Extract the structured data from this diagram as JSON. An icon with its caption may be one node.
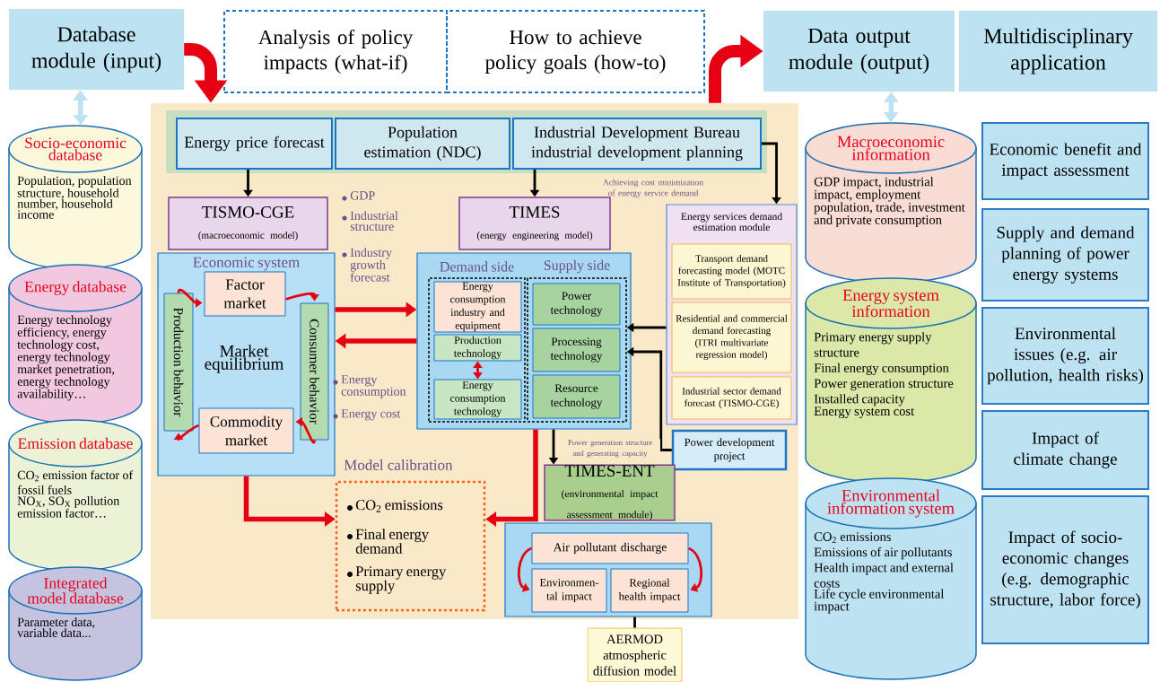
{
  "diagram": {
    "nodes": [
      {
        "text": [
          "Database module (input)"
        ]
      },
      {
        "text": [
          "Analysis of policy impacts (what-if)"
        ]
      },
      {
        "text": [
          "How to achieve policy goals (how-to)"
        ]
      },
      {
        "text": [
          "Data output module (output)"
        ]
      },
      {
        "text": [
          "Multidisciplinary application"
        ]
      },
      {
        "text": [],
        "shape": "box"
      },
      {
        "text": [],
        "shape": "box",
        "in": 5
      },
      {
        "text": [
          "Energy price forecast"
        ],
        "in": 6
      },
      {
        "text": [
          "Population estimation (NDC)"
        ],
        "in": 6
      },
      {
        "text": [
          "Industrial Development Bureau industrial development planning"
        ],
        "in": 6
      },
      {
        "text": [
          "TISMO-CGE",
          "(macroeconomic model)"
        ],
        "in": 5
      },
      {
        "text": [
          "Economic system",
          "Market equilibrium"
        ],
        "in": 5
      },
      {
        "text": [
          "Factor market"
        ],
        "in": 11
      },
      {
        "text": [
          "Production behavior"
        ],
        "in": 11
      },
      {
        "text": [
          "Consumer behavior"
        ],
        "in": 11
      },
      {
        "text": [
          "Commodity market"
        ],
        "in": 11
      },
      {
        "text": [
          "TIMES",
          "(energy engineering model)"
        ],
        "in": 5
      },
      {
        "text": [],
        "shape": "box",
        "in": 5
      },
      {
        "text": [
          "Demand side"
        ],
        "in": 17
      },
      {
        "text": [
          "Supply side"
        ],
        "in": 17
      },
      {
        "text": [
          "Energy consumption industry and equipment"
        ],
        "in": 18
      },
      {
        "text": [
          "Production technology"
        ],
        "in": 18
      },
      {
        "text": [
          "Energy consumption technology"
        ],
        "in": 18
      },
      {
        "text": [
          "Power technology"
        ],
        "in": 19
      },
      {
        "text": [
          "Processing technology"
        ],
        "in": 19
      },
      {
        "text": [
          "Resource technology"
        ],
        "in": 19
      },
      {
        "text": [
          "Energy services demand estimation module"
        ],
        "in": 5
      },
      {
        "text": [
          "Transport demand forecasting model (MOTC Institute of Transportation)"
        ],
        "in": 26
      },
      {
        "text": [
          "Residential and commercial demand forecasting (ITRI multivariate regression model)"
        ],
        "in": 26
      },
      {
        "text": [
          "Industrial sector demand forecast (TISMO-CGE)"
        ],
        "in": 26
      },
      {
        "text": [
          "Power development project"
        ],
        "in": 5
      },
      {
        "text": [
          "TIMES-ENT",
          "(environmental impact assessment module)"
        ],
        "in": 5
      },
      {
        "text": [],
        "shape": "box",
        "in": 5
      },
      {
        "text": [
          "Air pollutant discharge"
        ],
        "in": 32
      },
      {
        "text": [
          "Environmen- tal impact"
        ],
        "in": 32
      },
      {
        "text": [
          "Regional health impact"
        ],
        "in": 32
      },
      {
        "text": [
          "Model calibration",
          "CO$_{2}$ emissions",
          "Final energy demand",
          "Primary energy supply"
        ],
        "in": 5
      },
      {
        "text": [
          "AERMOD atmospheric diffusion model"
        ]
      },
      {
        "text": [
          "Socio-economic database",
          "Population, population structure, household number, household income"
        ]
      },
      {
        "text": [
          "Energy database",
          "Energy technology efficiency, energy technology cost, energy technology market penetration, energy technology availability…"
        ]
      },
      {
        "text": [
          "Emission database",
          "CO$_{2}$ emission factor of fossil fuels",
          "NO$_{X}$, SO$_{X}$ pollution emission factor…"
        ]
      },
      {
        "text": [
          "Integrated model database",
          "Parameter data, variable data..."
        ]
      },
      {
        "text": [
          "Macroeconomic information",
          "GDP impact, industrial impact, employment population, trade, investment and private consumption"
        ]
      },
      {
        "text": [
          "Energy system information",
          "Primary energy supply structure",
          "Final energy consumption",
          "Power generation structure",
          "Installed capacity",
          "Energy system cost"
        ]
      },
      {
        "text": [
          "Environmental information system",
          "CO$_{2}$ emissions",
          "Emissions of air pollutants",
          "Health impact and external costs",
          "Life cycle environmental impact"
        ]
      },
      {
        "text": [
          "Economic benefit and impact assessment"
        ]
      },
      {
        "text": [
          "Supply and demand planning of power energy systems"
        ]
      },
      {
        "text": [
          "Environmental issues (e.g. air pollution, health risks)"
        ]
      },
      {
        "text": [
          "Impact of climate change"
        ]
      },
      {
        "text": [
          "Impact of socio-economic changes (e.g. demographic structure, labor force)"
        ]
      }
    ],
    "edges": [
      {
        "from": 0,
        "to": 5,
        "arrow": "to",
        "style": "thick"
      },
      {
        "from": 5,
        "to": 3,
        "arrow": "to",
        "style": "thick"
      },
      {
        "from": 0,
        "to": 38,
        "arrow": "both",
        "style": "thick",
        "color": "#bde3f2"
      },
      {
        "from": 3,
        "to": 42,
        "arrow": "both",
        "style": "thick",
        "color": "#bde3f2"
      },
      {
        "from": 7,
        "to": 10,
        "arrow": "to",
        "color": "#000000"
      },
      {
        "from": 9,
        "to": 16,
        "arrow": "to",
        "color": "#000000"
      },
      {
        "from": 9,
        "to": 26,
        "arrow": "to",
        "color": "#000000"
      },
      {
        "from": 13,
        "to": 12,
        "arrow": "to"
      },
      {
        "from": 12,
        "to": 14,
        "arrow": "to"
      },
      {
        "from": 14,
        "to": 15,
        "arrow": "to"
      },
      {
        "from": 15,
        "to": 13,
        "arrow": "to"
      },
      {
        "from": 11,
        "to": 17,
        "arrow": "to",
        "style": "thick"
      },
      {
        "from": 17,
        "to": 11,
        "arrow": "to",
        "style": "thick"
      },
      {
        "from": 21,
        "to": 22,
        "arrow": "both"
      },
      {
        "from": 26,
        "to": 19,
        "arrow": "to",
        "color": "#000000"
      },
      {
        "from": 30,
        "to": 19,
        "arrow": "to",
        "color": "#000000"
      },
      {
        "from": 17,
        "to": 31,
        "arrow": "to",
        "color": "#000000",
        "label": "Power generation structure and generating capacity"
      },
      {
        "from": 11,
        "to": 36,
        "arrow": "to",
        "style": "thick"
      },
      {
        "from": 17,
        "to": 36,
        "arrow": "to",
        "style": "thick"
      },
      {
        "from": 33,
        "to": 34,
        "arrow": "to"
      },
      {
        "from": 33,
        "to": 35,
        "arrow": "to"
      },
      {
        "from": 32,
        "to": 37,
        "arrow": "none",
        "color": "#000000"
      }
    ],
    "labels": [
      "Achieving cost minimization of energy service demand",
      "GDP",
      "Industrial structure",
      "Industry growth forecast",
      "Energy consumption",
      "Energy cost"
    ]
  }
}
